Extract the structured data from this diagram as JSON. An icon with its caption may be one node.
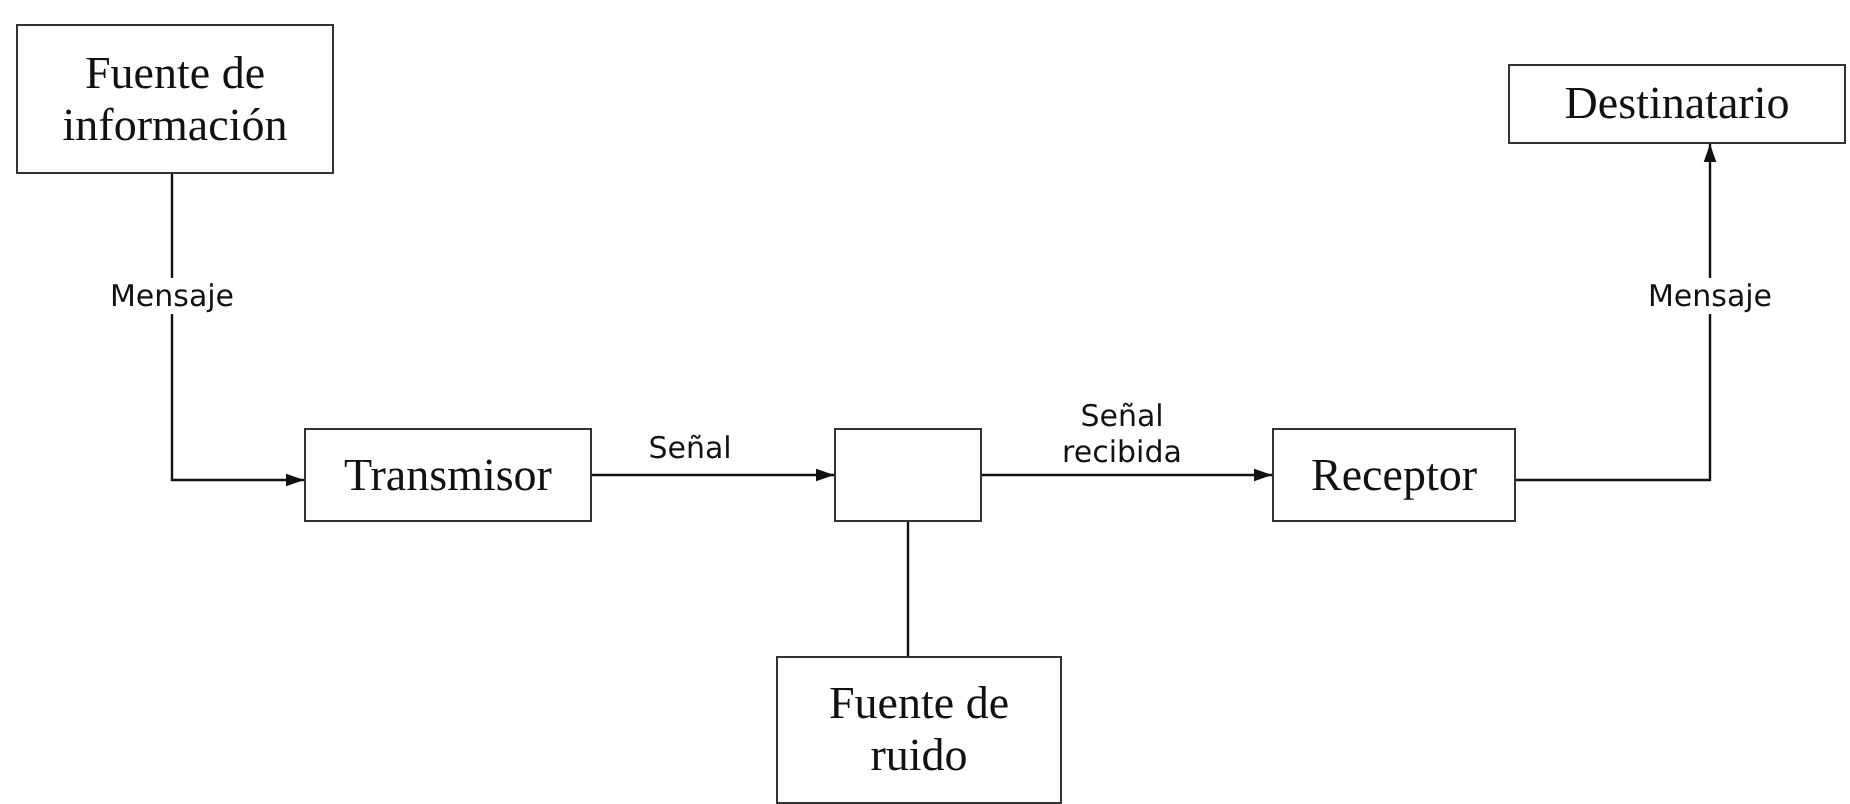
{
  "diagram": {
    "nodes": [
      {
        "text": [
          "Fuente de información"
        ]
      },
      {
        "text": [
          "Transmisor"
        ]
      },
      {
        "text": [],
        "shape": "box"
      },
      {
        "text": [
          "Receptor"
        ]
      },
      {
        "text": [
          "Destinatario"
        ]
      },
      {
        "text": [
          "Fuente de ruido"
        ]
      }
    ],
    "edges": [
      {
        "from": 0,
        "to": 1,
        "arrow": "to",
        "label": "Mensaje"
      },
      {
        "from": 1,
        "to": 2,
        "arrow": "to",
        "label": "Señal"
      },
      {
        "from": 2,
        "to": 3,
        "arrow": "to",
        "label": "Señal recibida"
      },
      {
        "from": 3,
        "to": 4,
        "arrow": "to",
        "label": "Mensaje"
      },
      {
        "from": 5,
        "to": 2,
        "arrow": "none"
      }
    ]
  }
}
